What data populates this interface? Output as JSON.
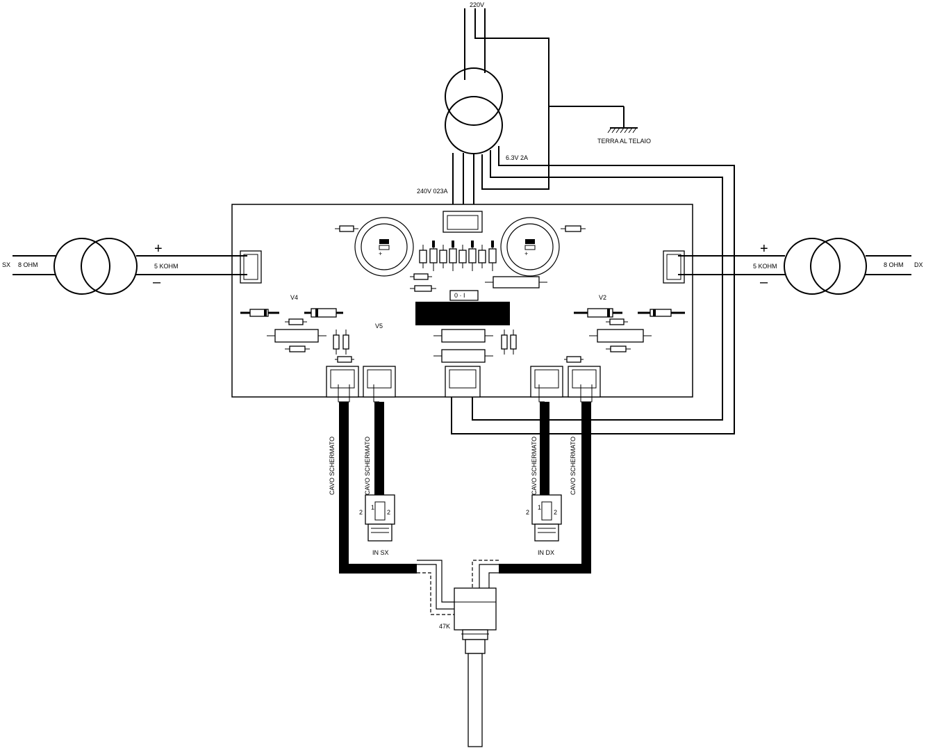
{
  "labels": {
    "mains": "220V",
    "earth": "TERRA AL TELAIO",
    "heater": "6.3V 2A",
    "ht": "240V 023A",
    "left_out_side": "SX",
    "right_out_side": "DX",
    "left_speaker": "8 OHM",
    "right_speaker": "8 OHM",
    "left_primary": "5 KOHM",
    "right_primary": "5 KOHM",
    "plus": "+",
    "minus": "–",
    "tube_v4": "V4",
    "tube_v5": "V5",
    "tube_v2": "V2",
    "switch": "0  ·  I",
    "cable1": "CAVO SCHERMATO",
    "cable2": "CAVO SCHERMATO",
    "cable3": "CAVO SCHERMATO",
    "cable4": "CAVO SCHERMATO",
    "in_left": "IN SX",
    "in_right": "IN DX",
    "pot": "47K",
    "pin1": "1",
    "pin2": "2",
    "cap_polarity": "+"
  }
}
